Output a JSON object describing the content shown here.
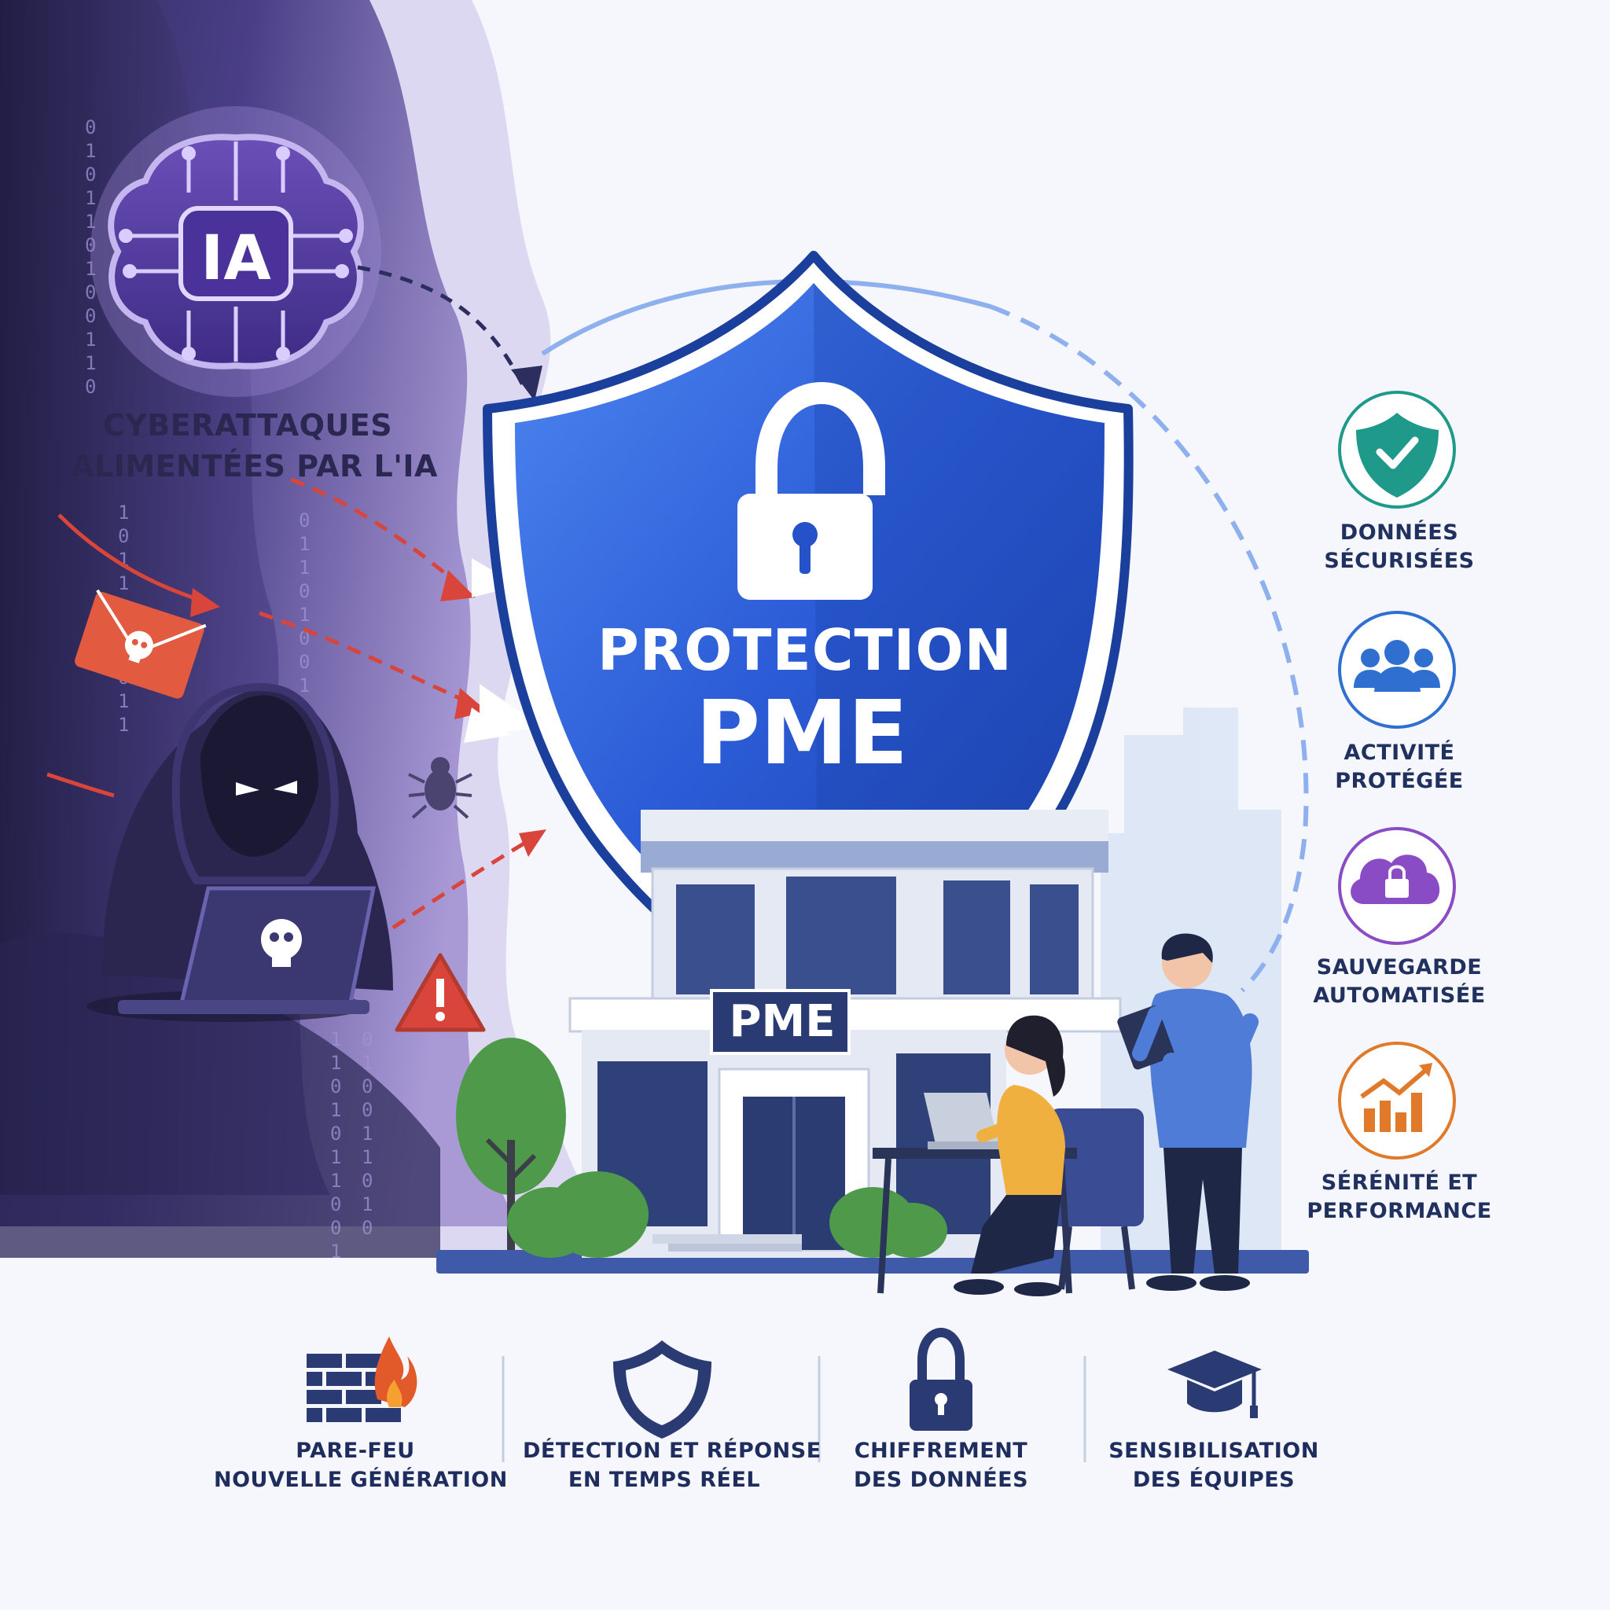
{
  "threat": {
    "ai_badge": "IA",
    "title_line1": "CYBERATTAQUES",
    "title_line2": "ALIMENTÉES PAR L'IA",
    "binary_columns": [
      "0\n1\n0\n1\n1\n0\n1\n0\n0\n1\n1\n0",
      "1\n0\n1\n1\n0\n0\n1\n0\n1\n1",
      "0\n1\n1\n0\n1\n0\n0\n1\n1\n0\n1",
      "1\n1\n0\n1\n0\n1\n1\n0\n0\n1",
      "0\n1\n0\n0\n1\n1\n0\n1\n0"
    ]
  },
  "shield": {
    "title_line1": "PROTECTION",
    "title_line2": "PME"
  },
  "building": {
    "sign": "PME"
  },
  "benefits": [
    {
      "icon": "shield-check-icon",
      "color": "#1f9a8a",
      "line1": "DONNÉES",
      "line2": "SÉCURISÉES"
    },
    {
      "icon": "users-icon",
      "color": "#2f6fd0",
      "line1": "ACTIVITÉ",
      "line2": "PROTÉGÉE"
    },
    {
      "icon": "cloud-lock-icon",
      "color": "#8a4cc4",
      "line1": "SAUVEGARDE",
      "line2": "AUTOMATISÉE"
    },
    {
      "icon": "growth-chart-icon",
      "color": "#e07a2a",
      "line1": "SÉRÉNITÉ ET",
      "line2": "PERFORMANCE"
    }
  ],
  "features": [
    {
      "icon": "firewall-icon",
      "line1": "PARE-FEU",
      "line2": "NOUVELLE GÉNÉRATION"
    },
    {
      "icon": "shield-outline-icon",
      "line1": "DÉTECTION ET RÉPONSE",
      "line2": "EN TEMPS RÉEL"
    },
    {
      "icon": "padlock-icon",
      "line1": "CHIFFREMENT",
      "line2": "DES DONNÉES"
    },
    {
      "icon": "graduation-cap-icon",
      "line1": "SENSIBILISATION",
      "line2": "DES ÉQUIPES"
    }
  ],
  "colors": {
    "shield_blue": "#2552c8",
    "shield_border": "#1b3f9c",
    "threat_purple": "#5c4a9e",
    "attack_red": "#d9453a",
    "navy": "#1e2d5e"
  }
}
